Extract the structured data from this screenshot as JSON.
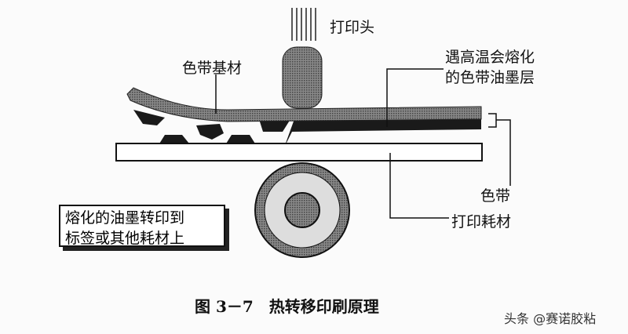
{
  "labels": {
    "print_head": "打印头",
    "ribbon_base": "色带基材",
    "ink_line1": "遇高温会熔化",
    "ink_line2": "的色带油墨层",
    "ribbon": "色带",
    "media": "打印耗材"
  },
  "note": {
    "line1": "熔化的油墨转印到",
    "line2": "标签或其他耗材上"
  },
  "caption": "图 3－7　热转移印刷原理",
  "watermark": "头条 @赛诺胶粘"
}
